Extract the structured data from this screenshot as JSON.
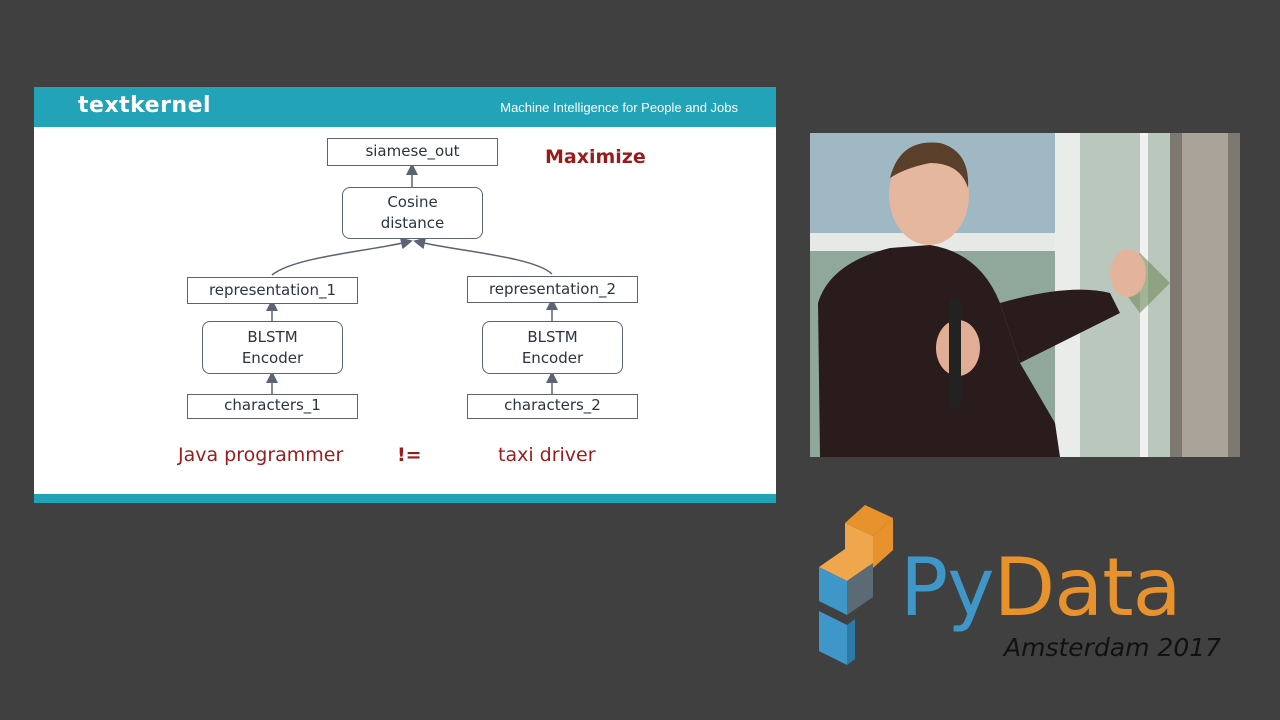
{
  "slide": {
    "brand": "textkernel",
    "tagline": "Machine Intelligence for People and Jobs",
    "diagram": {
      "top": "siamese_out",
      "distance_line1": "Cosine",
      "distance_line2": "distance",
      "left": {
        "representation": "representation_1",
        "encoder_line1": "BLSTM",
        "encoder_line2": "Encoder",
        "input": "characters_1"
      },
      "right": {
        "representation": "representation_2",
        "encoder_line1": "BLSTM",
        "encoder_line2": "Encoder",
        "input": "characters_2"
      }
    },
    "objective": "Maximize",
    "left_phrase": "Java programmer",
    "operator": "!=",
    "right_phrase": "taxi driver"
  },
  "logo": {
    "py": "Py",
    "data": "Data",
    "subtitle": "Amsterdam 2017"
  },
  "colors": {
    "header": "#22a3b8",
    "accent_red": "#9b1b1b",
    "py_blue": "#3e96c9",
    "data_orange": "#e8922e",
    "background": "#404040"
  }
}
